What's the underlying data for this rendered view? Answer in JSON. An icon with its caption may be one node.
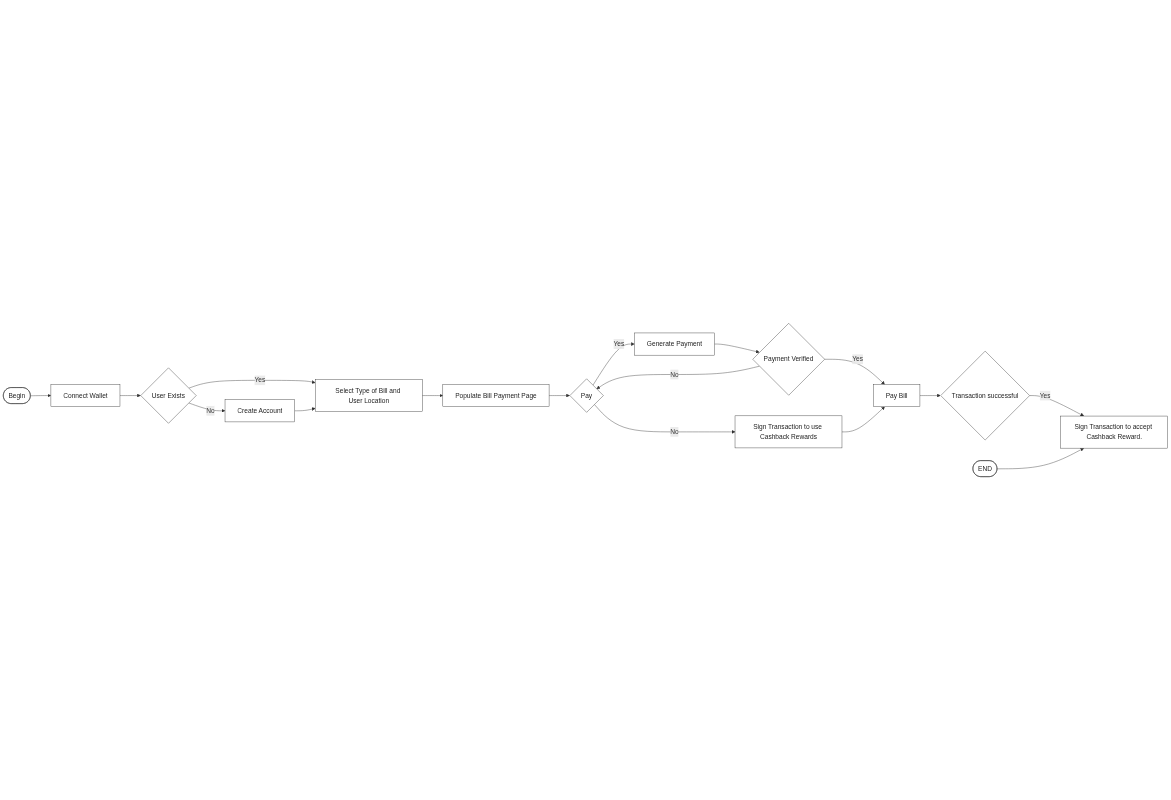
{
  "diagram": {
    "nodes": [
      {
        "text": [
          "Begin"
        ]
      },
      {
        "text": [
          "Connect Wallet"
        ]
      },
      {
        "text": [
          "User Exists"
        ]
      },
      {
        "text": [
          "Create Account"
        ]
      },
      {
        "text": [
          "Select Type of Bill and User Location"
        ]
      },
      {
        "text": [
          "Populate Bill Payment Page"
        ]
      },
      {
        "text": [
          "Pay"
        ]
      },
      {
        "text": [
          "Payment Verified"
        ]
      },
      {
        "text": [
          "Generate Payment"
        ]
      },
      {
        "text": [
          "Sign Transaction to use Cashback Rewards"
        ]
      },
      {
        "text": [
          "Pay Bill"
        ]
      },
      {
        "text": [
          "Transaction successful"
        ]
      },
      {
        "text": [
          "Sign Transaction to accept Cashback Reward."
        ]
      },
      {
        "text": [
          "END"
        ]
      }
    ],
    "edges": [
      {
        "from": 0,
        "to": 1,
        "arrow": "to"
      },
      {
        "from": 1,
        "to": 2,
        "arrow": "to"
      },
      {
        "from": 2,
        "to": 4,
        "arrow": "to",
        "label": "Yes"
      },
      {
        "from": 2,
        "to": 3,
        "arrow": "to",
        "label": "No"
      },
      {
        "from": 3,
        "to": 4,
        "arrow": "to"
      },
      {
        "from": 4,
        "to": 5,
        "arrow": "to"
      },
      {
        "from": 5,
        "to": 6,
        "arrow": "to"
      },
      {
        "from": 6,
        "to": 8,
        "arrow": "to",
        "label": "Yes"
      },
      {
        "from": 7,
        "to": 6,
        "arrow": "to",
        "label": "No"
      },
      {
        "from": 6,
        "to": 9,
        "arrow": "to",
        "label": "No"
      },
      {
        "from": 8,
        "to": 7,
        "arrow": "to"
      },
      {
        "from": 7,
        "to": 10,
        "arrow": "to",
        "label": "Yes"
      },
      {
        "from": 9,
        "to": 10,
        "arrow": "to"
      },
      {
        "from": 10,
        "to": 11,
        "arrow": "to"
      },
      {
        "from": 11,
        "to": 12,
        "arrow": "to",
        "label": "Yes"
      },
      {
        "from": 13,
        "to": 12,
        "arrow": "to"
      }
    ]
  }
}
